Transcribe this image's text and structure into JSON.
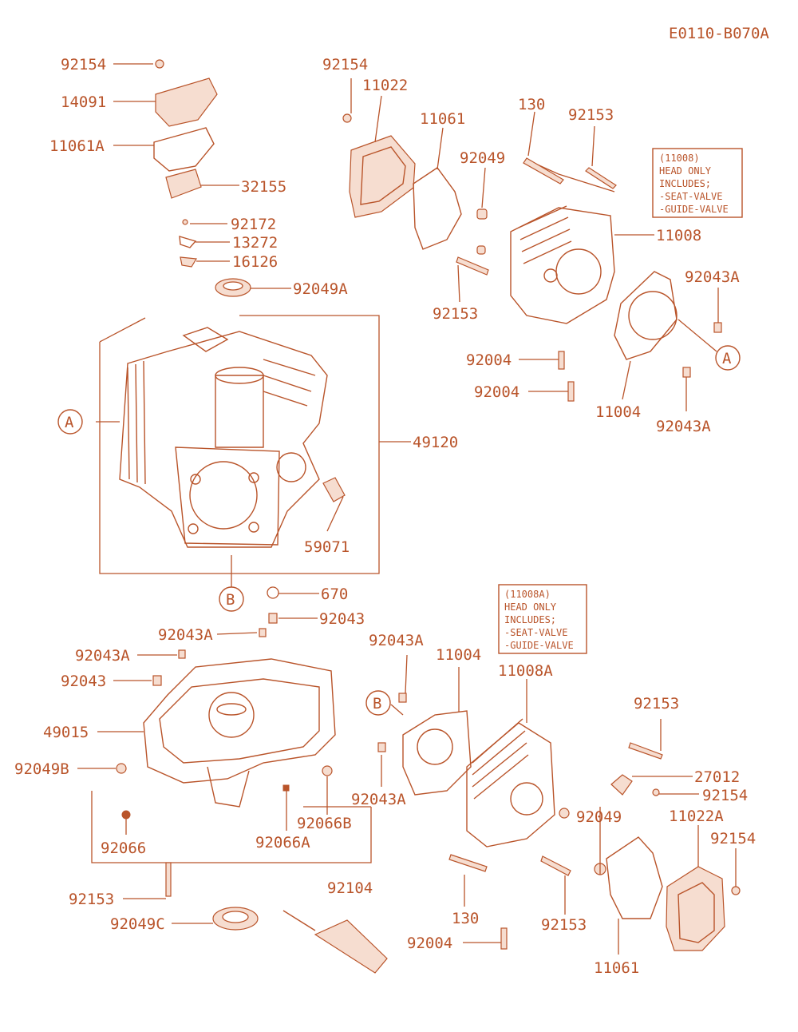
{
  "diagram_code": "E0110-B070A",
  "notes": {
    "head_11008": [
      "(11008)",
      "HEAD ONLY",
      "INCLUDES;",
      "-SEAT-VALVE",
      "-GUIDE-VALVE"
    ],
    "head_11008A": [
      "(11008A)",
      "HEAD ONLY",
      "INCLUDES;",
      "-SEAT-VALVE",
      "-GUIDE-VALVE"
    ]
  },
  "markers": {
    "a": "A",
    "b": "B"
  },
  "labels": {
    "l_92154_tl": "92154",
    "l_14091": "14091",
    "l_11061A": "11061A",
    "l_32155": "32155",
    "l_92172": "92172",
    "l_13272": "13272",
    "l_16126": "16126",
    "l_92049A": "92049A",
    "l_49120": "49120",
    "l_59071": "59071",
    "l_670": "670",
    "l_92043_top": "92043",
    "l_92043A_mid": "92043A",
    "l_92043A_left": "92043A",
    "l_92043_left": "92043",
    "l_49015": "49015",
    "l_92049B": "92049B",
    "l_92066": "92066",
    "l_92066A": "92066A",
    "l_92066B": "92066B",
    "l_92153_bl": "92153",
    "l_92049C": "92049C",
    "l_92104": "92104",
    "l_92154_top": "92154",
    "l_11022": "11022",
    "l_11061_top": "11061",
    "l_130_top": "130",
    "l_92153_top": "92153",
    "l_92049_top": "92049",
    "l_11008": "11008",
    "l_92043A_r1": "92043A",
    "l_92153_mid": "92153",
    "l_92004_1": "92004",
    "l_92004_2": "92004",
    "l_11004_top": "11004",
    "l_92043A_r2": "92043A",
    "l_92043A_b1": "92043A",
    "l_11004_b": "11004",
    "l_11008A": "11008A",
    "l_92043A_b2": "92043A",
    "l_92153_br": "92153",
    "l_27012": "27012",
    "l_92154_br": "92154",
    "l_92049_br": "92049",
    "l_11022A": "11022A",
    "l_92154_br2": "92154",
    "l_130_b": "130",
    "l_92153_b2": "92153",
    "l_92004_b": "92004",
    "l_11061_b": "11061"
  }
}
